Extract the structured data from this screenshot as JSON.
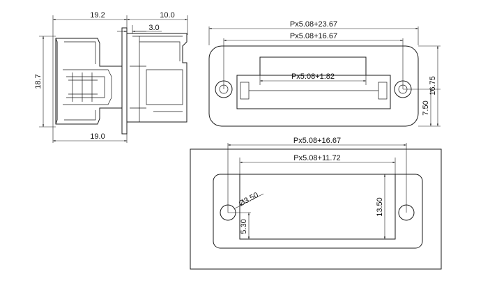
{
  "side_view": {
    "dim_top_left": "19.2",
    "dim_top_right": "10.0",
    "dim_flange": "3.0",
    "dim_height": "18.7",
    "dim_bottom": "19.0"
  },
  "front_view": {
    "dim_outer_width": "Px5.08+23.67",
    "dim_hole_pitch": "Px5.08+16.67",
    "dim_inner_width": "Px5.08+1.82",
    "dim_total_height": "16.75",
    "dim_center_height": "7.50"
  },
  "panel_cutout": {
    "dim_hole_pitch": "Px5.08+16.67",
    "dim_cutout_width": "Px5.08+11.72",
    "dim_hole_diameter": "Ø3.50",
    "dim_cutout_height": "13.50",
    "dim_lower_offset": "5.30"
  },
  "colors": {
    "line": "#1a1a1a",
    "text": "#111111",
    "background": "#ffffff"
  }
}
